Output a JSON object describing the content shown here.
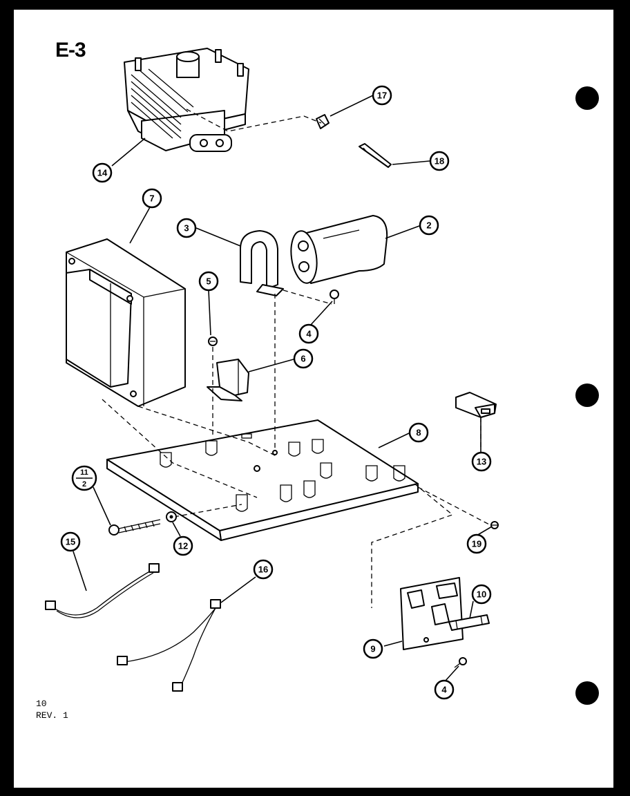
{
  "diagram": {
    "title": "E-3",
    "page_number": "10",
    "revision": "REV. 1"
  },
  "callouts": [
    {
      "id": "c17",
      "label": "17"
    },
    {
      "id": "c18",
      "label": "18"
    },
    {
      "id": "c14",
      "label": "14"
    },
    {
      "id": "c7",
      "label": "7"
    },
    {
      "id": "c3",
      "label": "3"
    },
    {
      "id": "c2",
      "label": "2"
    },
    {
      "id": "c5",
      "label": "5"
    },
    {
      "id": "c4a",
      "label": "4"
    },
    {
      "id": "c6",
      "label": "6"
    },
    {
      "id": "c8",
      "label": "8"
    },
    {
      "id": "c13",
      "label": "13"
    },
    {
      "id": "c11",
      "label": "11",
      "sub": "2"
    },
    {
      "id": "c12",
      "label": "12"
    },
    {
      "id": "c19",
      "label": "19"
    },
    {
      "id": "c15",
      "label": "15"
    },
    {
      "id": "c16",
      "label": "16"
    },
    {
      "id": "c10",
      "label": "10"
    },
    {
      "id": "c9",
      "label": "9"
    },
    {
      "id": "c4b",
      "label": "4"
    }
  ],
  "colors": {
    "ink": "#000000",
    "paper": "#ffffff",
    "background": "#000000"
  }
}
